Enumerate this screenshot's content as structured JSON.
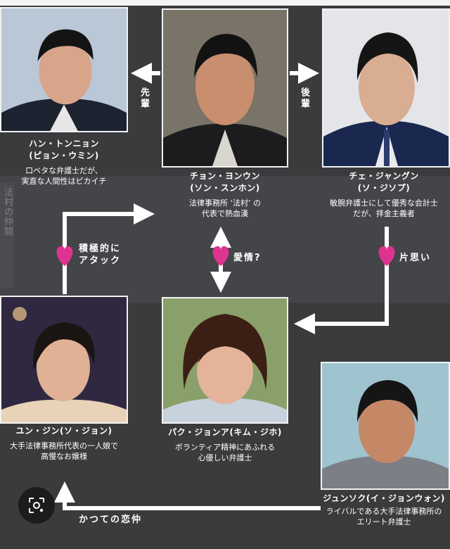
{
  "people": {
    "han": {
      "name": "ハン・トンニョン",
      "actor": "(ピョン・ウミン)",
      "desc": [
        "口ベタな弁護士だが、",
        "実直な人間性はピカイチ"
      ]
    },
    "jeong": {
      "name": "チョン・ヨンウン",
      "actor": "(ソン・スンホン)",
      "desc": [
        "法律事務所 ‘法村’ の",
        "代表で熱血漢"
      ]
    },
    "choi": {
      "name": "チェ・ジャングン",
      "actor": "(ソ・ジソプ)",
      "desc": [
        "敏腕弁護士にして優秀な会計士",
        "だが、拝金主義者"
      ]
    },
    "yun": {
      "name": "ユン・ジン(ソ・ジョン)",
      "desc": [
        "大手法律事務所代表の一人娘で",
        "高慢なお嬢様"
      ]
    },
    "park": {
      "name": "パク・ジョンア(キム・ジホ)",
      "desc": [
        "ボランティア精神にあふれる",
        "心優しい弁護士"
      ]
    },
    "jun": {
      "name": "ジュンソク(イ・ジョンウォン)",
      "desc": [
        "ライバルである大手法律事務所の",
        "エリート弁護士"
      ]
    }
  },
  "relations": {
    "senpai": "先輩",
    "kohai": "後輩",
    "attack": [
      "積極的に",
      "アタック"
    ],
    "love": "愛情?",
    "crush": "片思い",
    "former": "かつての恋仲"
  },
  "group_label": "法村の仲間",
  "colors": {
    "background": "#3a3b3d",
    "arrow": "#ffffff",
    "heart": "#e0338f"
  },
  "icons": [
    "image-search-icon",
    "heart-icon"
  ]
}
